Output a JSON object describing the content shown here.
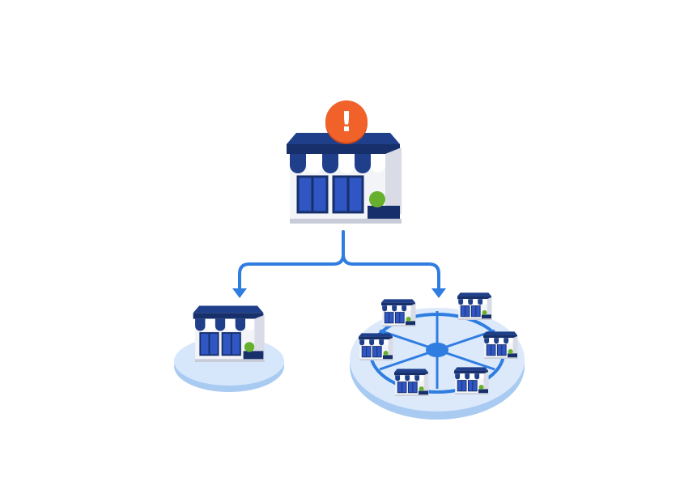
{
  "diagram": {
    "alert": {
      "symbol": "!",
      "icon": "exclamation-icon"
    },
    "main_store": {
      "icon": "storefront-icon"
    },
    "branches": [
      {
        "id": "single",
        "icon": "storefront-icon",
        "store_count": 1
      },
      {
        "id": "network",
        "icon": "store-network-icon",
        "store_count": 6
      }
    ]
  },
  "colors": {
    "navy": "#1f3f8a",
    "navy_dark": "#17306c",
    "window_blue": "#2f56c2",
    "wall": "#f3f4f8",
    "wall_shade": "#d9dce6",
    "connector": "#2f7de1",
    "alert": "#f0622a",
    "platform": "#d6e7fb",
    "platform_edge": "#a9cbf2",
    "plant": "#67b02e"
  }
}
